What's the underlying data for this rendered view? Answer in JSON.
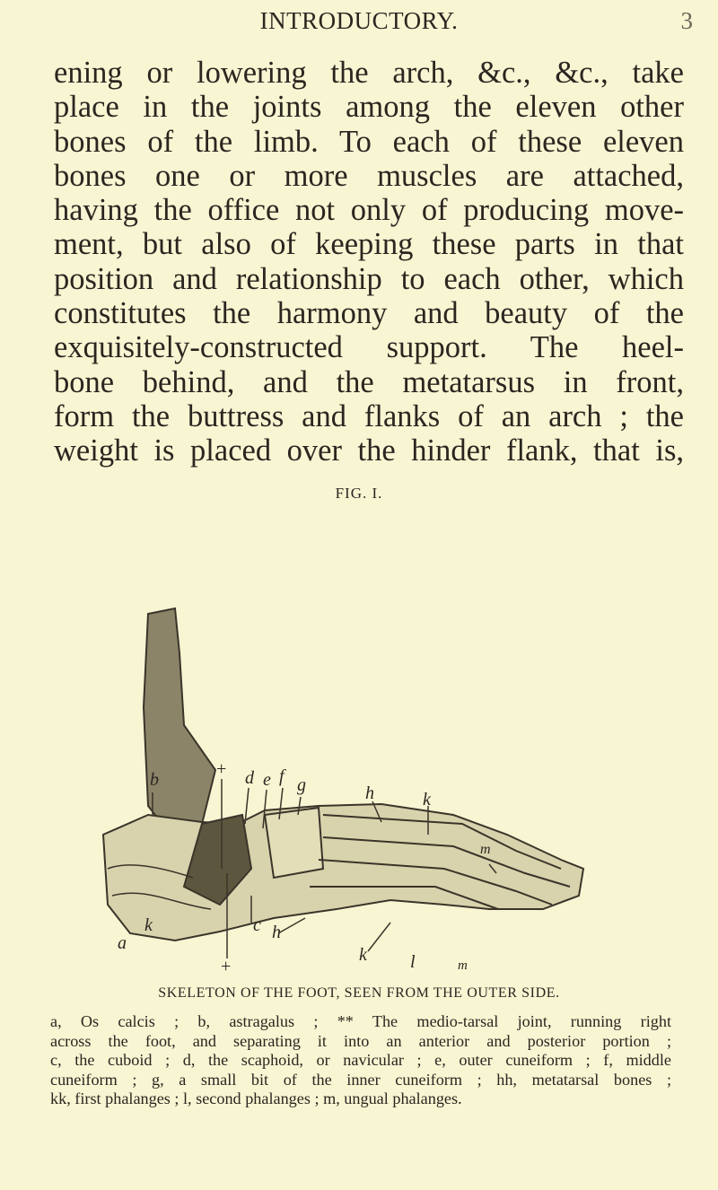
{
  "header": {
    "running_title": "INTRODUCTORY.",
    "page_number": "3"
  },
  "body_lines": [
    "ening or lowering the arch, &c., &c., take",
    "place in the joints among the eleven other",
    "bones of the limb. To each of these eleven",
    "bones one or more muscles are attached,",
    "having the office not only of producing move-",
    "ment, but also of keeping these parts in that",
    "position and relationship to each other, which",
    "constitutes the harmony and beauty of the",
    "exquisitely-constructed support. The heel-",
    "bone behind, and the metatarsus in front,",
    "form the buttress and flanks of an arch ; the",
    "weight is placed over the hinder flank, that is,"
  ],
  "figure": {
    "label": "FIG. I.",
    "letters": {
      "b": "b",
      "plus_top": "+",
      "d": "d",
      "e": "e",
      "f": "f",
      "g": "g",
      "h_top": "h",
      "k_top": "k",
      "m_top": "m",
      "a": "a",
      "k_left": "k",
      "c": "c",
      "plus_bottom": "+",
      "h_bottom": "h",
      "k_bottom": "k",
      "l": "l",
      "m_bottom": "m"
    },
    "title": "SKELETON OF THE FOOT, SEEN FROM THE OUTER SIDE."
  },
  "caption_lines": [
    "a, Os calcis ; b, astragalus ; ** The medio-tarsal joint, running right",
    "across the foot, and separating it into an anterior and posterior portion ;",
    "c, the cuboid ; d, the scaphoid, or navicular ; e, outer cuneiform ; f, middle",
    "cuneiform ; g, a small bit of the inner cuneiform ; hh, metatarsal bones ;",
    "kk, first phalanges ; l, second phalanges ; m, ungual phalanges."
  ]
}
